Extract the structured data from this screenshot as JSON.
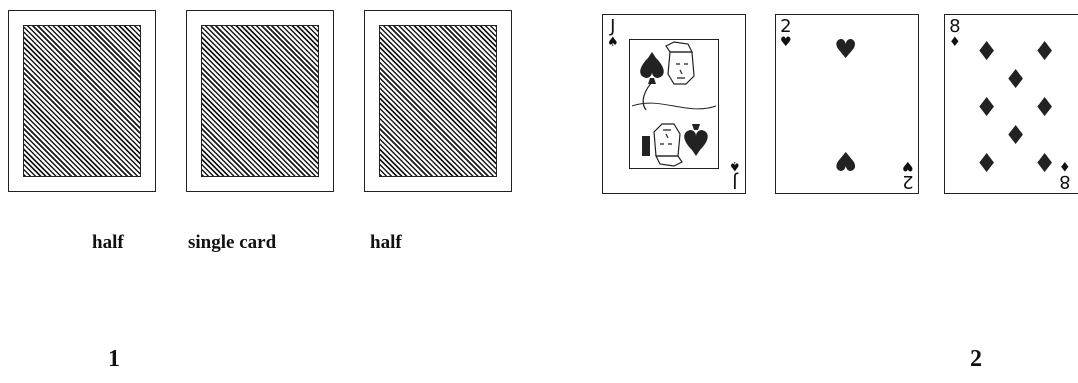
{
  "panel1": {
    "labels": {
      "left": "half",
      "middle": "single card",
      "right": "half"
    },
    "number": "1"
  },
  "panel2": {
    "cards": [
      {
        "rank": "J",
        "suit": "♠",
        "name": "jack-of-spades"
      },
      {
        "rank": "2",
        "suit": "♥",
        "name": "two-of-hearts"
      },
      {
        "rank": "8",
        "suit": "♦",
        "name": "eight-of-diamonds"
      }
    ],
    "number": "2"
  },
  "colors": {
    "ink": "#1a1a1a",
    "background": "#ffffff"
  }
}
